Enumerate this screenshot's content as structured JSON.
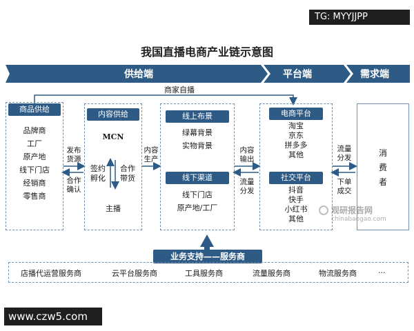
{
  "watermark_top": "TG: MYYJJPP",
  "watermark_bottom": "www.czw5.com",
  "title": "我国直播电商产业链示意图",
  "bands": {
    "supply": "供给端",
    "platform": "平台端",
    "demand": "需求端"
  },
  "merchant_self_broadcast": "商家自播",
  "product_supply": {
    "title": "商品供给",
    "items": [
      "品牌商",
      "工厂",
      "原产地",
      "线下门店",
      "经销商",
      "零售商"
    ]
  },
  "arrows_left": {
    "publish_source": [
      "发布",
      "货源"
    ],
    "confirm_coop": [
      "合作",
      "确认"
    ]
  },
  "content_supply": {
    "title": "内容供给",
    "mcn": "MCN",
    "sign_incubate": [
      "签约",
      "孵化"
    ],
    "coop_sales": [
      "合作",
      "带货"
    ],
    "anchor": "主播"
  },
  "content_production": [
    "内容",
    "生产"
  ],
  "online_scene": {
    "title": "线上布景",
    "items": [
      "绿幕背景",
      "实物背景"
    ]
  },
  "offline_channel": {
    "title": "线下渠道",
    "items": [
      "线下门店",
      "原产地/工厂"
    ]
  },
  "content_output": [
    "内容",
    "输出"
  ],
  "traffic_distribute_left": [
    "流量",
    "分发"
  ],
  "ecommerce_platform": {
    "title": "电商平台",
    "items": [
      "淘宝",
      "京东",
      "拼多多",
      "其他"
    ]
  },
  "social_platform": {
    "title": "社交平台",
    "items": [
      "抖音",
      "快手",
      "小红书",
      "其他"
    ]
  },
  "traffic_distribute_right": [
    "流量",
    "分发"
  ],
  "order_deal": [
    "下单",
    "成交"
  ],
  "consumer": [
    "消",
    "费",
    "者"
  ],
  "business_support": "业务支持——服务商",
  "services": [
    "店播代运营服务商",
    "云平台服务商",
    "工具服务商",
    "流量服务商",
    "物流服务商",
    "..."
  ],
  "logo": {
    "name": "观研报告网",
    "url": "chinabaogao.com"
  }
}
